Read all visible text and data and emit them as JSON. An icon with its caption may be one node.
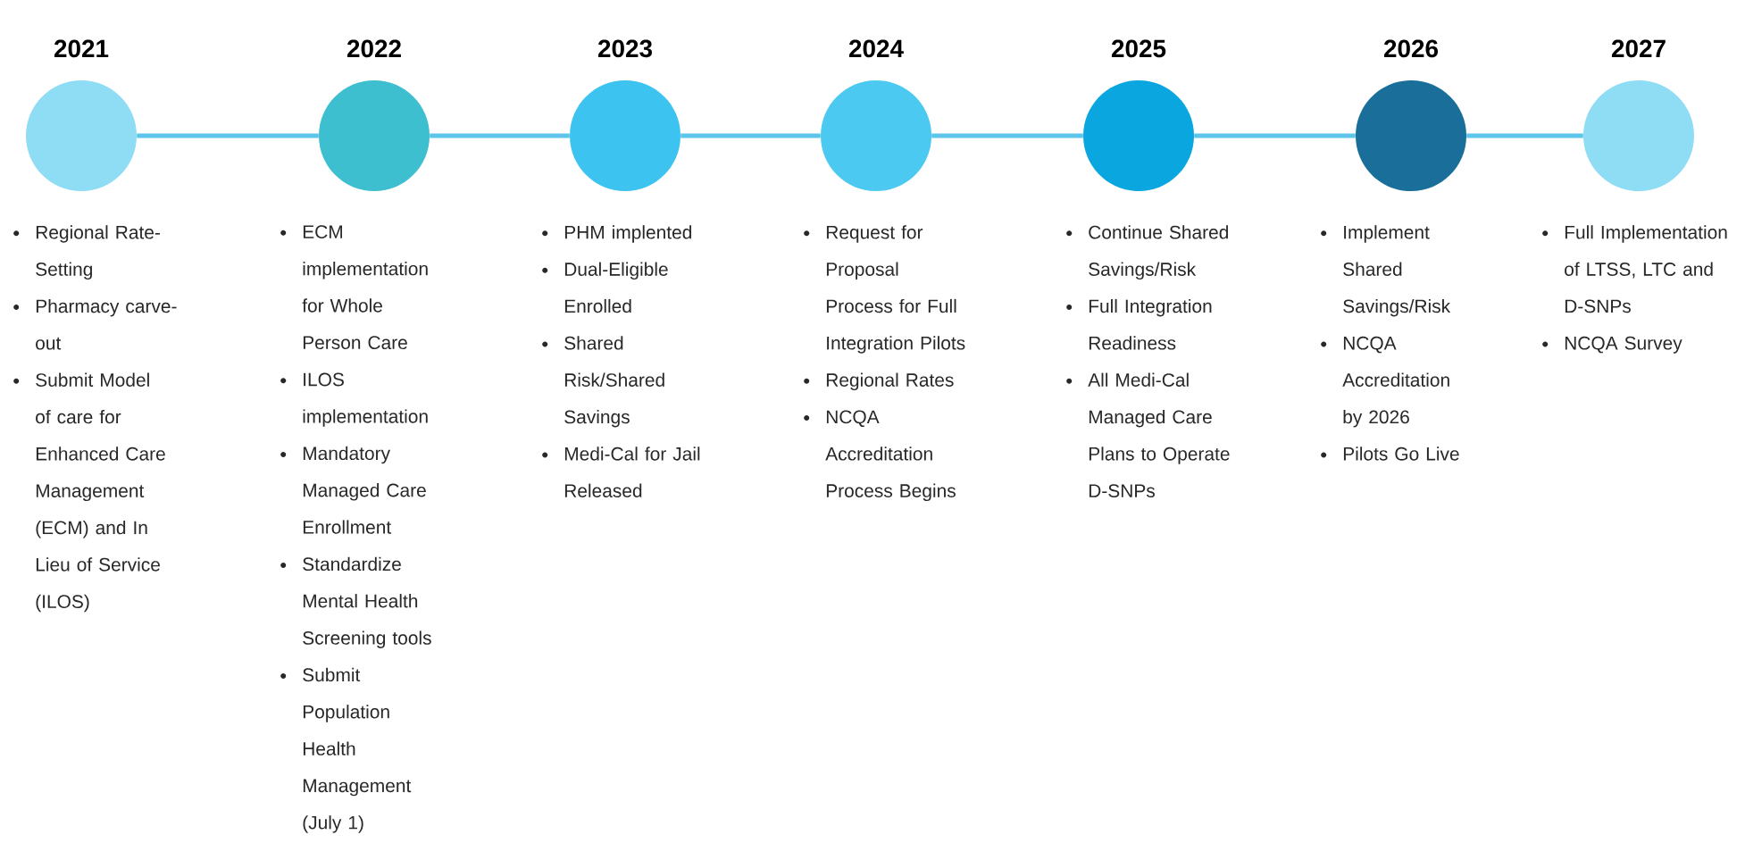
{
  "diagram": {
    "nodes": [
      {
        "text": [
          "2021"
        ],
        "beside": [
          "Regional Rate-Setting",
          "Pharmacy carve-out",
          "Submit Model of care for Enhanced Care Management (ECM) and In Lieu of Service (ILOS)"
        ]
      },
      {
        "text": [
          "2022"
        ],
        "beside": [
          "ECM implementation for Whole Person Care",
          "ILOS implementation",
          "Mandatory Managed Care Enrollment",
          "Standardize Mental Health Screening tools",
          "Submit Population Health Management (July 1)"
        ]
      },
      {
        "text": [
          "2023"
        ],
        "beside": [
          "PHM implented",
          "Dual-Eligible Enrolled",
          "Shared Risk/Shared Savings",
          "Medi-Cal for Jail Released"
        ]
      },
      {
        "text": [
          "2024"
        ],
        "beside": [
          "Request for Proposal Process for Full Integration Pilots",
          "Regional Rates",
          "NCQA Accreditation Process Begins"
        ]
      },
      {
        "text": [
          "2025"
        ],
        "beside": [
          "Continue Shared Savings/Risk",
          "Full Integration Readiness",
          "All Medi-Cal Managed Care Plans to Operate D-SNPs"
        ]
      },
      {
        "text": [
          "2026"
        ],
        "beside": [
          "Implement Shared Savings/Risk",
          "NCQA Accreditation by 2026",
          "Pilots Go Live"
        ]
      },
      {
        "text": [
          "2027"
        ],
        "beside": [
          "Full Implementation of LTSS, LTC and D-SNPs",
          "NCQA Survey"
        ]
      }
    ],
    "edges": [
      {
        "from": 0,
        "to": 1,
        "arrow": "none"
      },
      {
        "from": 1,
        "to": 2,
        "arrow": "none"
      },
      {
        "from": 2,
        "to": 3,
        "arrow": "none"
      },
      {
        "from": 3,
        "to": 4,
        "arrow": "none"
      },
      {
        "from": 4,
        "to": 5,
        "arrow": "none"
      },
      {
        "from": 5,
        "to": 6,
        "arrow": "none"
      }
    ]
  }
}
